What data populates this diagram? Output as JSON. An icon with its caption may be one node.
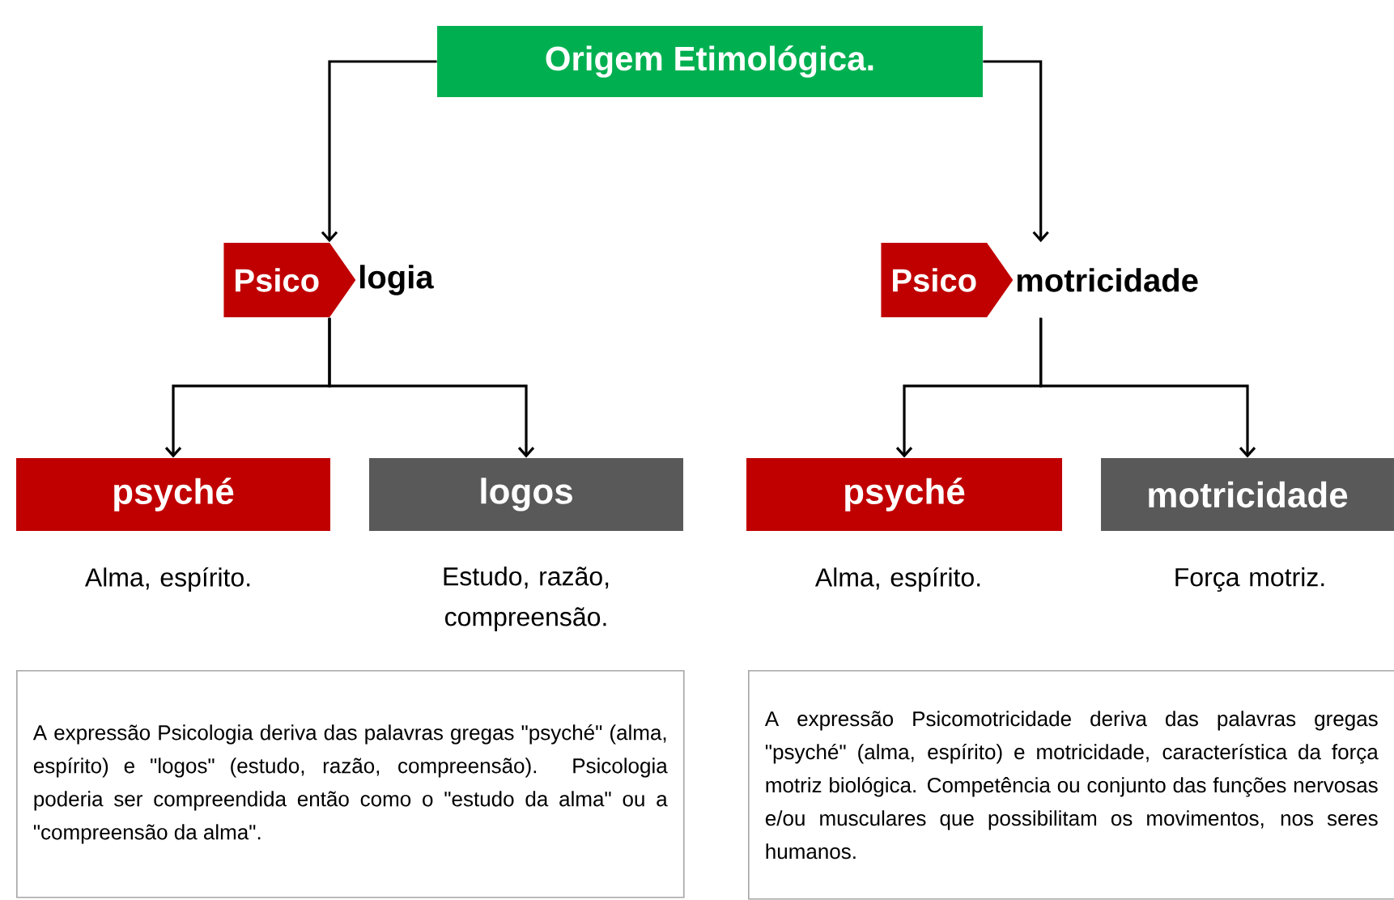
{
  "diagram": {
    "nodes": [
      {
        "text": [
          "Origem Etimológica."
        ]
      },
      {
        "text": [
          "Psico",
          "logia"
        ]
      },
      {
        "text": [
          "Psico",
          "motricidade"
        ]
      },
      {
        "text": [
          "psyché"
        ],
        "beside": [
          "Alma, espírito."
        ]
      },
      {
        "text": [
          "logos"
        ],
        "beside": [
          "Estudo, razão, compreensão."
        ]
      },
      {
        "text": [
          "psyché"
        ],
        "beside": [
          "Alma, espírito."
        ]
      },
      {
        "text": [
          "motricidade"
        ],
        "beside": [
          "Força motriz."
        ]
      },
      {
        "text": [
          "A expressão Psicologia deriva das palavras gregas \"psyché\" (alma, espírito) e \"logos\" (estudo, razão, compreensão). Psicologia poderia ser compreendida então como o \"estudo da alma\" ou a \"compreensão da alma\"."
        ]
      },
      {
        "text": [
          "A expressão Psicomotricidade deriva das palavras gregas \"psyché\" (alma, espírito) e motricidade, característica da força motriz biológica. Competência ou conjunto das funções nervosas e/ou musculares que possibilitam os movimentos, nos seres humanos."
        ]
      }
    ],
    "edges": [
      {
        "from": 0,
        "to": 1,
        "arrow": "to"
      },
      {
        "from": 0,
        "to": 2,
        "arrow": "to"
      },
      {
        "from": 1,
        "to": 3,
        "arrow": "to"
      },
      {
        "from": 1,
        "to": 4,
        "arrow": "to"
      },
      {
        "from": 2,
        "to": 5,
        "arrow": "to"
      },
      {
        "from": 2,
        "to": 6,
        "arrow": "to"
      }
    ]
  }
}
